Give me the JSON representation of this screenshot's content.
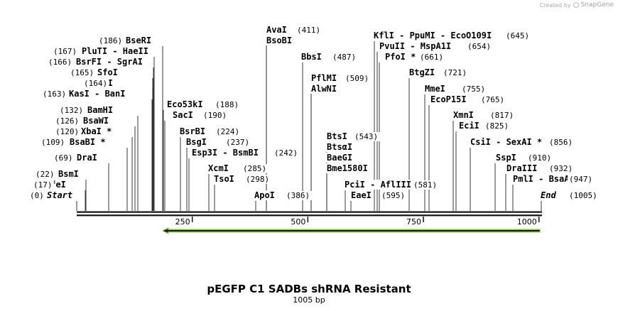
{
  "credit": {
    "prefix": "Created by",
    "brand": "SnapGene",
    "logo_icon": "snapgene-logo-icon"
  },
  "title": "pEGFP C1 SADBs shRNA Resistant",
  "subtitle": "1005 bp",
  "map": {
    "length": 1005,
    "ticks": [
      "250",
      "500",
      "750",
      "1000"
    ],
    "feature_arrow": {
      "from": 1003,
      "to": 185,
      "direction": "reverse",
      "color": "#8ac640"
    },
    "sites": [
      {
        "label": "Start",
        "pos": "(0)",
        "italic": true
      },
      {
        "label": "MfeI",
        "pos": "(17)"
      },
      {
        "label": "BsmI",
        "pos": "(22)"
      },
      {
        "label": "DraI",
        "pos": "(69)"
      },
      {
        "label": "BsaBI *",
        "pos": "(109)"
      },
      {
        "label": "XbaI *",
        "pos": "(120)"
      },
      {
        "label": "BsaWI",
        "pos": "(126)"
      },
      {
        "label": "BamHI",
        "pos": "(132)"
      },
      {
        "label": "KasI - BanI",
        "pos": "(163)"
      },
      {
        "label": "NarI",
        "pos": "(164)"
      },
      {
        "label": "SfoI",
        "pos": "(165)"
      },
      {
        "label": "BsrFI - SgrAI",
        "pos": "(166)"
      },
      {
        "label": "PluTI - HaeII",
        "pos": "(167)"
      },
      {
        "label": "BseRI",
        "pos": "(186)"
      },
      {
        "label": "Eco53kI",
        "pos": "(188)"
      },
      {
        "label": "SacI",
        "pos": "(190)"
      },
      {
        "label": "BsrBI",
        "pos": "(224)"
      },
      {
        "label": "BsgI",
        "pos": "(237)"
      },
      {
        "label": "Esp3I - BsmBI",
        "pos": "(242)"
      },
      {
        "label": "XcmI",
        "pos": "(285)"
      },
      {
        "label": "TsoI",
        "pos": "(298)"
      },
      {
        "label": "ApoI",
        "pos": "(386)"
      },
      {
        "label": "AvaI",
        "pos": "(411)"
      },
      {
        "label": "BsoBI",
        "pos": ""
      },
      {
        "label": "BbsI",
        "pos": "(487)"
      },
      {
        "label": "PflMI",
        "pos": "(509)"
      },
      {
        "label": "AlwNI",
        "pos": ""
      },
      {
        "label": "BtsI",
        "pos": "(543)"
      },
      {
        "label": "BtsαI",
        "pos": ""
      },
      {
        "label": "BaeGI",
        "pos": ""
      },
      {
        "label": "Bme1580I",
        "pos": ""
      },
      {
        "label": "PciI - AflIII",
        "pos": "(581)"
      },
      {
        "label": "EaeI",
        "pos": "(595)"
      },
      {
        "label": "KflI - PpuMI - EcoO109I",
        "pos": "(645)"
      },
      {
        "label": "PvuII - MspA1I",
        "pos": "(654)"
      },
      {
        "label": "PfoI *",
        "pos": "(661)"
      },
      {
        "label": "BtgZI",
        "pos": "(721)"
      },
      {
        "label": "MmeI",
        "pos": "(755)"
      },
      {
        "label": "EcoP15I",
        "pos": "(765)"
      },
      {
        "label": "XmnI",
        "pos": "(817)"
      },
      {
        "label": "EciI",
        "pos": "(825)"
      },
      {
        "label": "CsiI - SexAI *",
        "pos": "(856)"
      },
      {
        "label": "SspI",
        "pos": "(910)"
      },
      {
        "label": "DraIII",
        "pos": "(932)"
      },
      {
        "label": "PmlI - BsaAI",
        "pos": "(947)"
      },
      {
        "label": "End",
        "pos": "(1005)",
        "italic": true
      }
    ]
  }
}
